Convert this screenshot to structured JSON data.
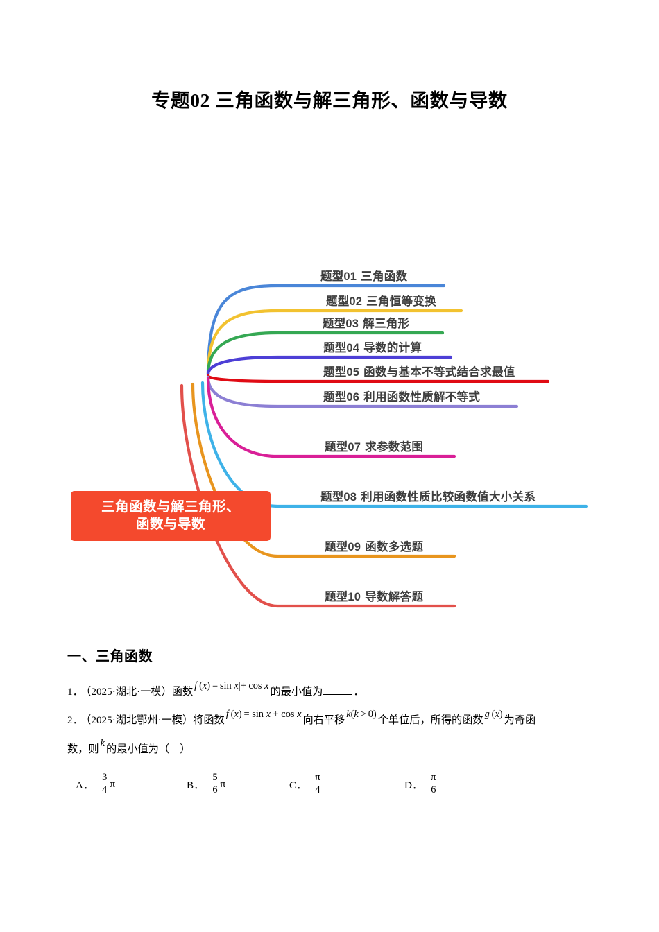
{
  "document": {
    "title": "专题02 三角函数与解三角形、函数与导数"
  },
  "mindmap": {
    "center": {
      "label": "三角函数与解三角形、\n函数与导数",
      "line1": "三角函数与解三角形、",
      "line2": "函数与导数",
      "color": "#f4492d"
    },
    "branches": [
      {
        "number": "题型01",
        "text": "三角函数",
        "color": "#4a86d8",
        "label": "题型01 三角函数"
      },
      {
        "number": "题型02",
        "text": "三角恒等变换",
        "color": "#f2c230",
        "label": "题型02 三角恒等变换"
      },
      {
        "number": "题型03",
        "text": "解三角形",
        "color": "#35a853",
        "label": "题型03 解三角形"
      },
      {
        "number": "题型04",
        "text": "导数的计算",
        "color": "#4d3fd6",
        "label": "题型04 导数的计算"
      },
      {
        "number": "题型05",
        "text": "函数与基本不等式结合求最值",
        "color": "#e00b14",
        "label": "题型05 函数与基本不等式结合求最值"
      },
      {
        "number": "题型06",
        "text": "利用函数性质解不等式",
        "color": "#8c7fd4",
        "label": "题型06 利用函数性质解不等式"
      },
      {
        "number": "题型07",
        "text": "求参数范围",
        "color": "#d91f97",
        "label": "题型07 求参数范围"
      },
      {
        "number": "题型08",
        "text": "利用函数性质比较函数值大小关系",
        "color": "#3eb2e8",
        "label": "题型08 利用函数性质比较函数值大小关系"
      },
      {
        "number": "题型09",
        "text": "函数多选题",
        "color": "#e8951e",
        "label": "题型09 函数多选题"
      },
      {
        "number": "题型10",
        "text": "导数解答题",
        "color": "#e2504b",
        "label": "题型10 导数解答题"
      }
    ]
  },
  "content": {
    "section_heading": "一、三角函数",
    "questions": [
      {
        "number": "1．",
        "source": "（2025·湖北·一模）",
        "lead": "函数",
        "formula": "f(x)=|sin x|+cos x",
        "f_name": "f",
        "f_arg": "(x)",
        "f_eq": "=",
        "f_body": "|sin x|+cos x",
        "tail": "的最小值为",
        "blank": "____",
        "period": "．"
      },
      {
        "number": "2．",
        "source": "（2025·湖北鄂州·一模）",
        "lead": "将函数",
        "formula": "f(x)=sin x+cos x",
        "mid1": "向右平移",
        "shift": "k(k>0)",
        "mid2": "个单位后，所得的函数",
        "gfun": "g(x)",
        "mid3": "为奇函",
        "line2_a": "数，则",
        "k_var": "k",
        "line2_b": "的最小值为（　）",
        "choices": [
          {
            "label": "A．",
            "numerator": "3",
            "denominator": "4",
            "suffix": "π",
            "value": "3/4 π"
          },
          {
            "label": "B．",
            "numerator": "5",
            "denominator": "6",
            "suffix": "π",
            "value": "5/6 π"
          },
          {
            "label": "C．",
            "numerator": "π",
            "denominator": "4",
            "suffix": "",
            "value": "π/4"
          },
          {
            "label": "D．",
            "numerator": "π",
            "denominator": "6",
            "suffix": "",
            "value": "π/6"
          }
        ]
      }
    ]
  }
}
